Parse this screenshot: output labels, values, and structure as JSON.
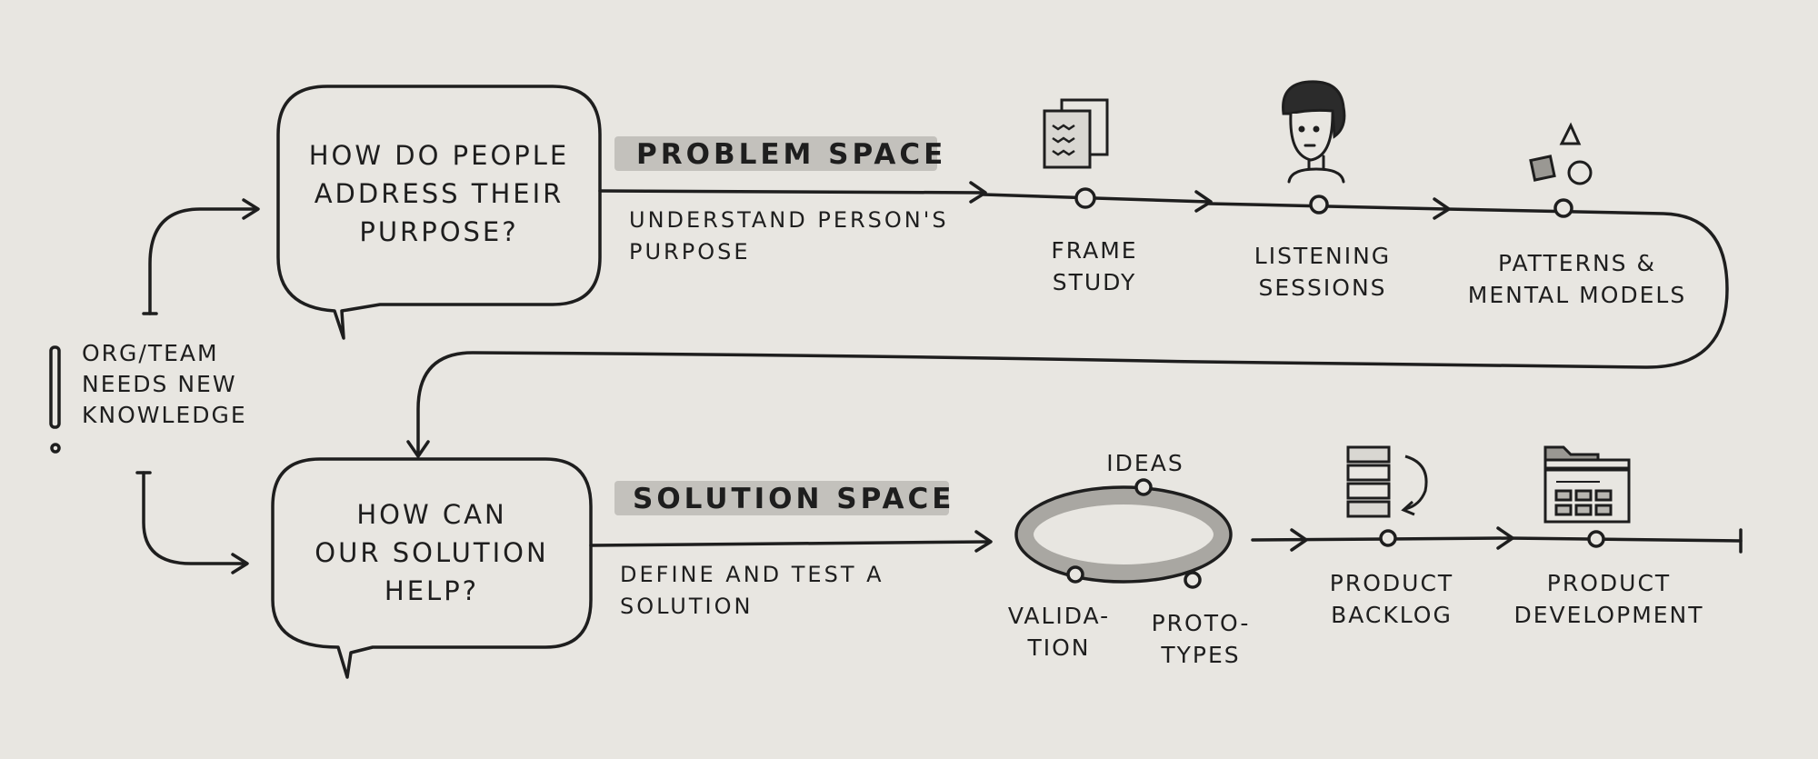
{
  "diagram": {
    "trigger": {
      "line1": "ORG/TEAM",
      "line2": "NEEDS NEW",
      "line3": "KNOWLEDGE"
    },
    "problem": {
      "question": [
        "HOW DO PEOPLE",
        "ADDRESS THEIR",
        "PURPOSE?"
      ],
      "space_label": "PROBLEM SPACE",
      "description": [
        "UNDERSTAND PERSON'S",
        "PURPOSE"
      ],
      "steps": [
        {
          "label": [
            "FRAME",
            "STUDY"
          ],
          "icon": "document-stack-icon"
        },
        {
          "label": [
            "LISTENING",
            "SESSIONS"
          ],
          "icon": "person-portrait-icon"
        },
        {
          "label": [
            "PATTERNS &",
            "MENTAL MODELS"
          ],
          "icon": "shapes-icon"
        }
      ]
    },
    "solution": {
      "question": [
        "HOW CAN",
        "OUR SOLUTION",
        "HELP?"
      ],
      "space_label": "SOLUTION SPACE",
      "description": [
        "DEFINE AND TEST A",
        "SOLUTION"
      ],
      "cycle": {
        "ideas": "IDEAS",
        "validation": [
          "VALIDA-",
          "TION"
        ],
        "prototypes": [
          "PROTO-",
          "TYPES"
        ]
      },
      "steps": [
        {
          "label": [
            "PRODUCT",
            "BACKLOG"
          ],
          "icon": "backlog-stack-icon"
        },
        {
          "label": [
            "PRODUCT",
            "DEVELOPMENT"
          ],
          "icon": "folder-browser-icon"
        }
      ]
    }
  },
  "colors": {
    "paper": "#e8e6e1",
    "ink": "#1e1e1e",
    "highlight": "#c3c1bc"
  }
}
